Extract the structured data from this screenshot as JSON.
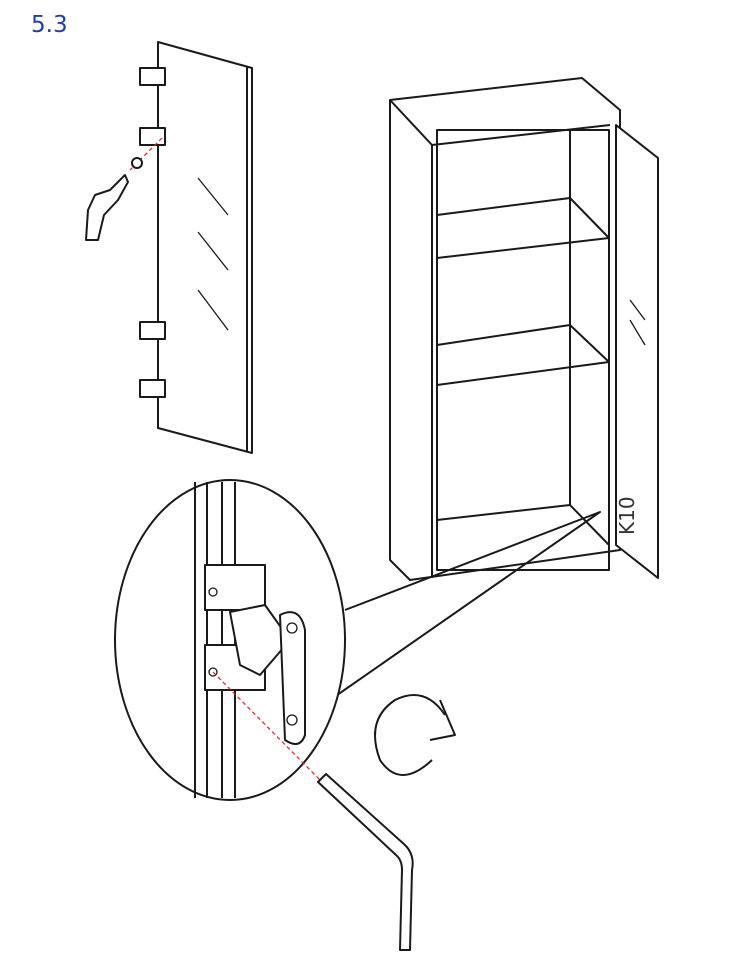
{
  "step_number": "5.3",
  "part_label": "K10",
  "colors": {
    "step_number": "#1f3fa8",
    "guide_line": "#dd2222",
    "line": "#1a1a1a"
  },
  "icons": [
    "door-panel",
    "hinge",
    "screwdriver",
    "cabinet",
    "detail-magnifier",
    "allen-key",
    "rotate-arrow-icon"
  ]
}
